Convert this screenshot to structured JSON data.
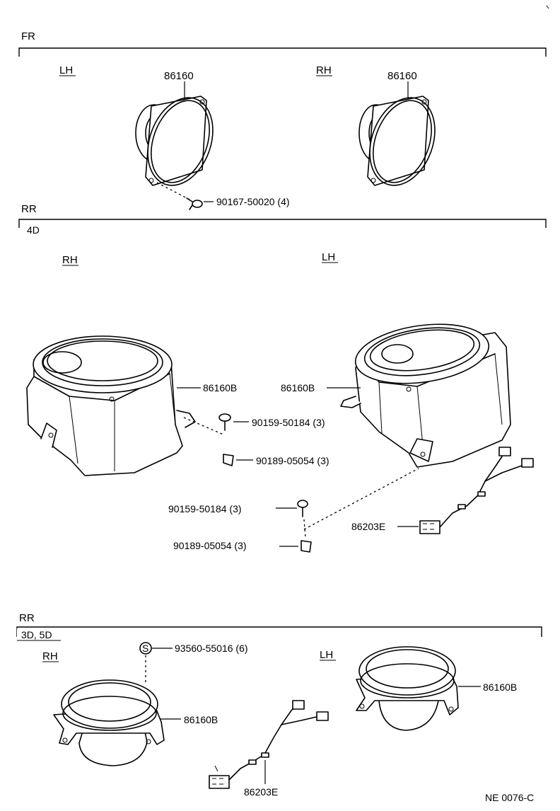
{
  "sections": {
    "fr": {
      "title": "FR",
      "lh_label": "LH",
      "rh_label": "RH",
      "lh_part": "86160",
      "rh_part": "86160",
      "screw_part": "90167-50020 (4)"
    },
    "rr4d": {
      "title": "RR",
      "sub": "4D",
      "rh_label": "RH",
      "lh_label": "LH",
      "rh_speaker": "86160B",
      "lh_speaker": "86160B",
      "screw_a": "90159-50184 (3)",
      "nut_a": "90189-05054 (3)",
      "screw_b": "90159-50184 (3)",
      "nut_b": "90189-05054 (3)",
      "harness": "86203E"
    },
    "rr3d5d": {
      "title": "RR",
      "sub": "3D, 5D",
      "rh_label": "RH",
      "lh_label": "LH",
      "screw_part": "93560-55016 (6)",
      "screw_symbol": "S",
      "rh_speaker": "86160B",
      "lh_speaker": "86160B",
      "harness": "86203E"
    }
  },
  "footer": {
    "code": "NE 0076-C"
  }
}
